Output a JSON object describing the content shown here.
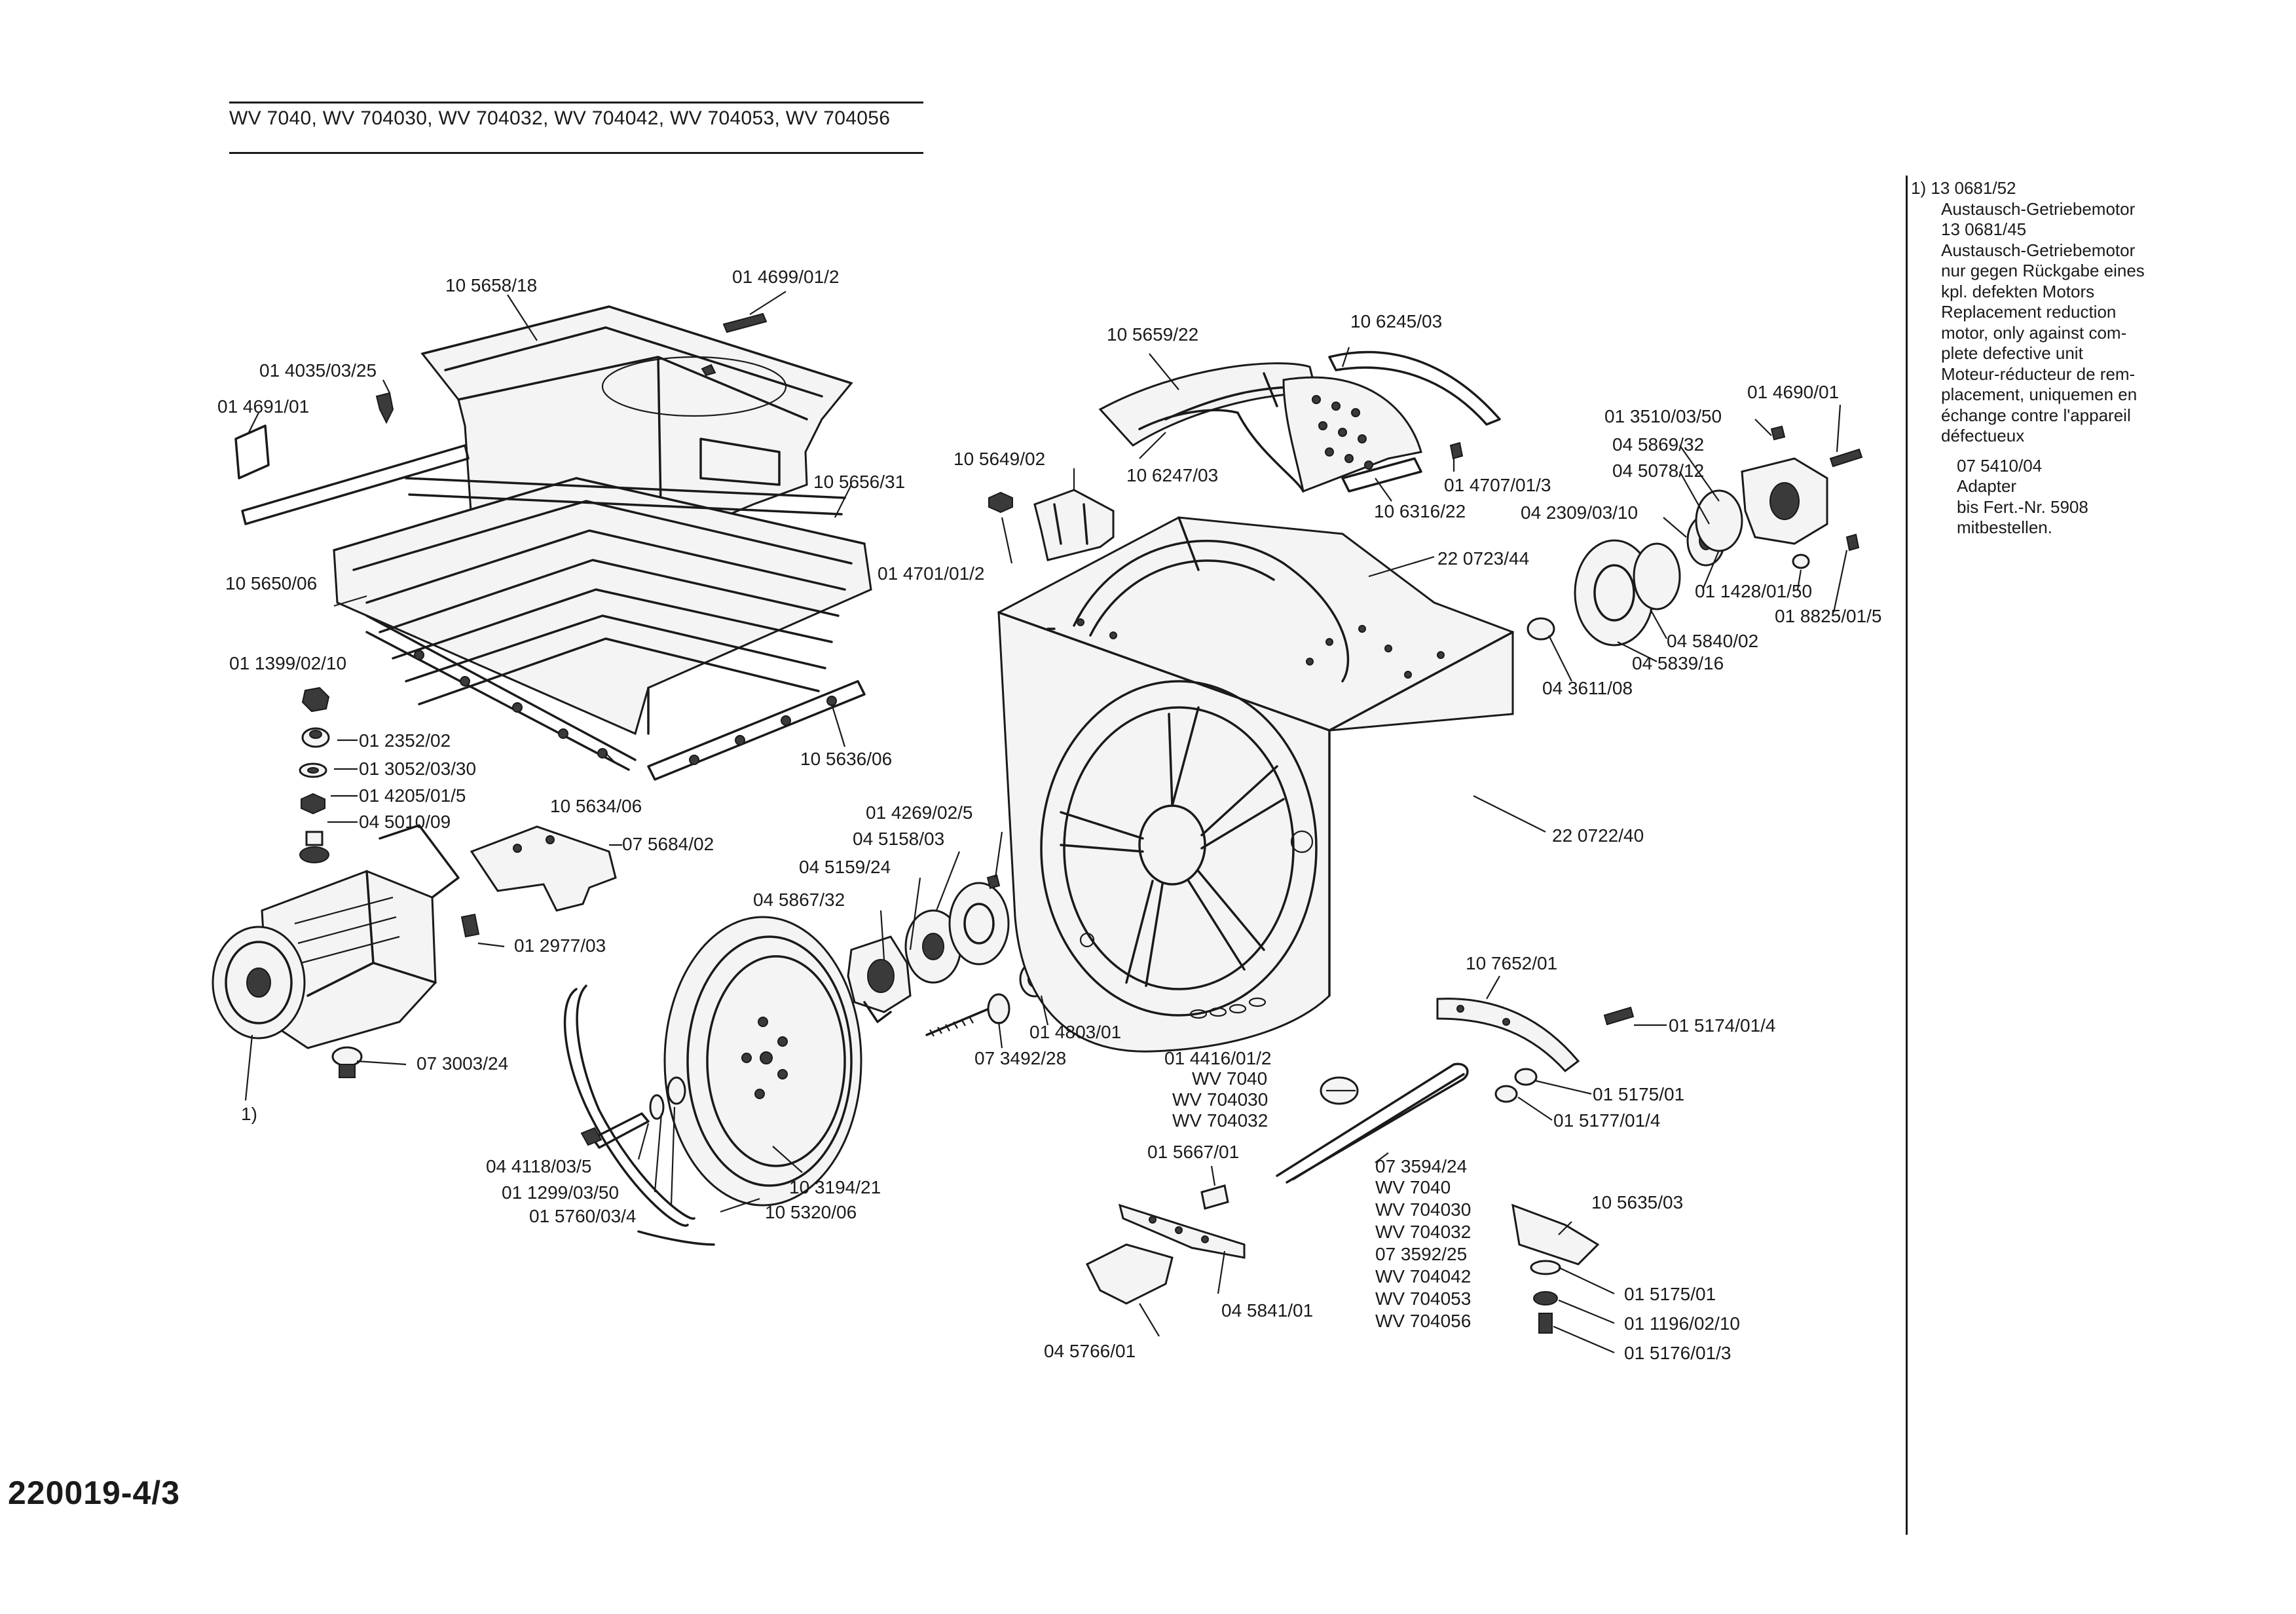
{
  "header": {
    "models": "WV 7040, WV 704030, WV 704032, WV 704042, WV 704053, WV 704056"
  },
  "document_number": "220019-4/3",
  "notes": {
    "footnote_marker": "1)",
    "lines": [
      "13 0681/52",
      "Austausch-Getriebemotor",
      "13 0681/45",
      "Austausch-Getriebemotor",
      "nur gegen Rückgabe eines",
      "kpl. defekten Motors",
      "Replacement reduction",
      "motor, only against com-",
      "plete defective unit",
      "Moteur-réducteur de rem-",
      "placement, uniquemen en",
      "échange contre l'appareil",
      "défectueux"
    ],
    "adapter_lines": [
      "07 5410/04",
      "Adapter",
      "bis Fert.-Nr. 5908",
      "mitbestellen."
    ]
  },
  "parts": {
    "p105658_18": "10 5658/18",
    "p014699_01_2": "01 4699/01/2",
    "p014035_03_25": "01 4035/03/25",
    "p014691_01": "01 4691/01",
    "p105656_31": "10 5656/31",
    "p105650_06": "10 5650/06",
    "p011399_02_10": "01 1399/02/10",
    "p012352_02": "01 2352/02",
    "p013052_03_30": "01 3052/03/30",
    "p014205_01_5": "01 4205/01/5",
    "p045010_09": "04 5010/09",
    "p075684_02": "07 5684/02",
    "p105634_06": "10 5634/06",
    "p105636_06": "10 5636/06",
    "p012977_03": "01 2977/03",
    "p073003_24": "07 3003/24",
    "p1_marker": "1)",
    "p014269_02_5": "01 4269/02/5",
    "p045158_03": "04 5158/03",
    "p045159_24": "04 5159/24",
    "p045867_32": "04 5867/32",
    "p014803_01": "01 4803/01",
    "p073492_28": "07 3492/28",
    "p044118_03_5": "04 4118/03/5",
    "p011299_03_50": "01 1299/03/50",
    "p015760_03_4": "01 5760/03/4",
    "p103194_21": "10 3194/21",
    "p105320_06": "10 5320/06",
    "p105649_02": "10 5649/02",
    "p014701_01_2": "01 4701/01/2",
    "p105659_22": "10 5659/22",
    "p106247_03": "10 6247/03",
    "p106245_03": "10 6245/03",
    "p106316_22": "10 6316/22",
    "p014707_01_3": "01 4707/01/3",
    "p220723_44": "22 0723/44",
    "p220722_40": "22 0722/40",
    "p014690_01": "01 4690/01",
    "p013510_03_50": "01 3510/03/50",
    "p045869_32": "04 5869/32",
    "p045078_12": "04 5078/12",
    "p042309_03_10": "04 2309/03/10",
    "p011428_01_50": "01 1428/01/50",
    "p018825_01_5": "01 8825/01/5",
    "p045840_02": "04 5840/02",
    "p045839_16": "04 5839/16",
    "p043611_08": "04 3611/08",
    "p107652_01": "10 7652/01",
    "p015174_01_4": "01 5174/01/4",
    "p015175_01a": "01 5175/01",
    "p015177_01_4": "01 5177/01/4",
    "p014416_01_2": "01 4416/01/2",
    "p_wv7040_a": "WV 7040",
    "p_wv704030_a": "WV 704030",
    "p_wv704032_a": "WV 704032",
    "p015667_01": "01 5667/01",
    "p073594_24": "07 3594/24",
    "p_wv7040_b": "WV 7040",
    "p_wv704030_b": "WV 704030",
    "p_wv704032_b": "WV 704032",
    "p073592_25": "07 3592/25",
    "p_wv704042": "WV 704042",
    "p_wv704053": "WV 704053",
    "p_wv704056": "WV 704056",
    "p105635_03": "10 5635/03",
    "p015175_01b": "01 5175/01",
    "p011196_02_10": "01 1196/02/10",
    "p015176_01_3": "01 5176/01/3",
    "p045841_01": "04 5841/01",
    "p045766_01": "04 5766/01"
  }
}
